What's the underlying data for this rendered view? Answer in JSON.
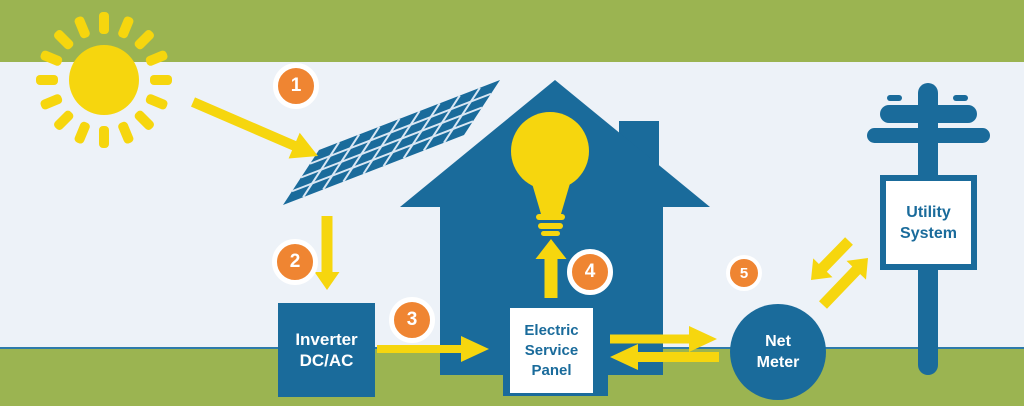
{
  "diagram": {
    "name": "solar-net-metering-diagram",
    "steps": [
      {
        "number": "1"
      },
      {
        "number": "2"
      },
      {
        "number": "3"
      },
      {
        "number": "4"
      },
      {
        "number": "5"
      }
    ],
    "labels": {
      "inverter": [
        "Inverter",
        "DC/AC"
      ],
      "electric_service_panel": [
        "Electric",
        "Service",
        "Panel"
      ],
      "net_meter": [
        "Net",
        "Meter"
      ],
      "utility_system": [
        "Utility",
        "System"
      ]
    },
    "icons": [
      "sun-icon",
      "sunlight-arrow-icon",
      "solar-panel-icon",
      "house-icon",
      "chimney-icon",
      "light-bulb-icon",
      "dc-power-arrow-icon",
      "inverter-to-panel-arrow-icon",
      "panel-to-bulb-arrow-icon",
      "panel-to-meter-arrow-icon",
      "meter-to-panel-arrow-icon",
      "meter-to-grid-arrow-icon",
      "grid-to-meter-arrow-icon",
      "utility-pole-icon"
    ],
    "colors": {
      "band_green": "#9BB451",
      "background": "#EDF2F8",
      "deep_blue": "#1A6B9B",
      "sun_yellow": "#F6D60E",
      "badge_orange": "#EF8532",
      "ground_line": "#2E7BAA",
      "panel_grid_line": "#D9E7F4",
      "white": "#FFFFFF"
    }
  }
}
